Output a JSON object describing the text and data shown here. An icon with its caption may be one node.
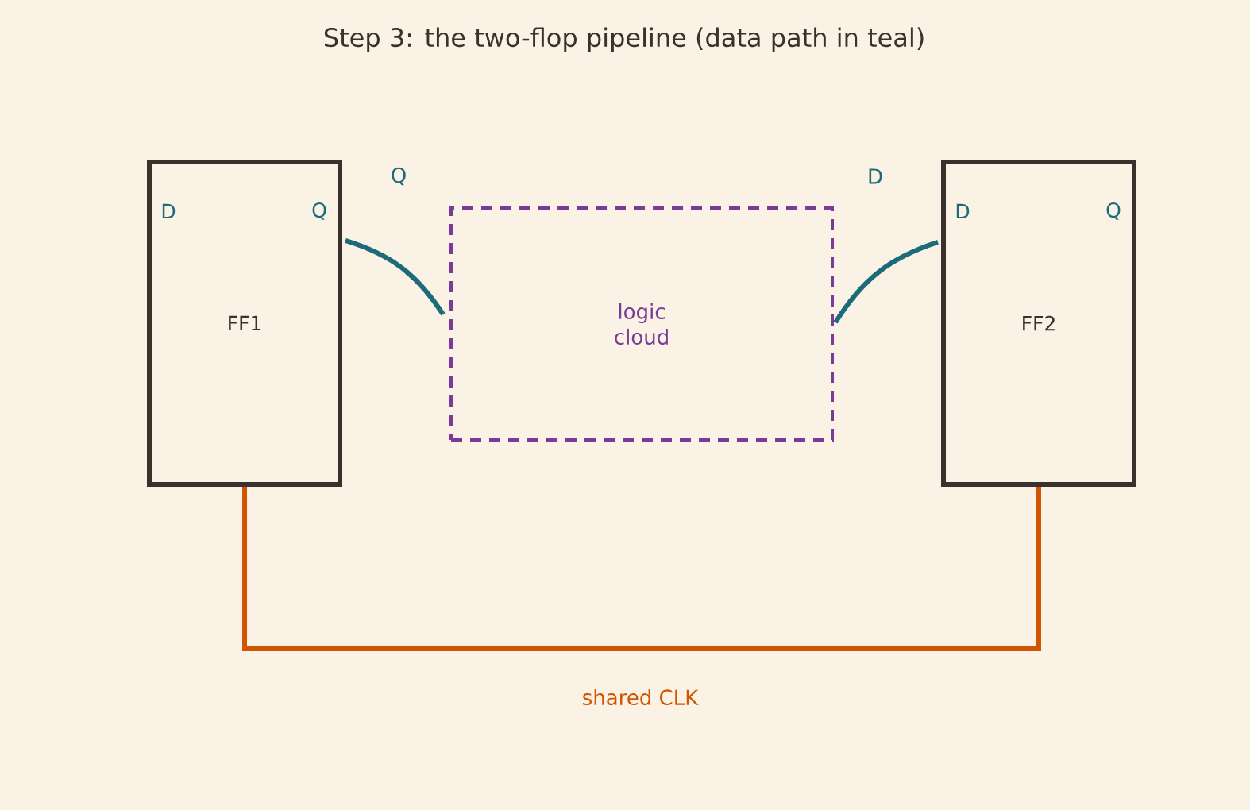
{
  "diagram": {
    "title": "Step 3: the two-flop pipeline (data path in teal)",
    "nodes": [
      {
        "text": [
          "D",
          "Q",
          "FF1"
        ]
      },
      {
        "text": [
          "D",
          "Q",
          "FF2"
        ]
      },
      {
        "text": [
          "logic cloud"
        ]
      }
    ],
    "edges": [
      {
        "from": 0,
        "to": 2,
        "arrow": "none",
        "label": "Q",
        "color": "#1b6b79"
      },
      {
        "from": 2,
        "to": 1,
        "arrow": "none",
        "label": "D",
        "color": "#1b6b79"
      },
      {
        "from": 0,
        "to": 1,
        "arrow": "none",
        "label": "shared CLK",
        "color": "#d35400"
      }
    ]
  }
}
